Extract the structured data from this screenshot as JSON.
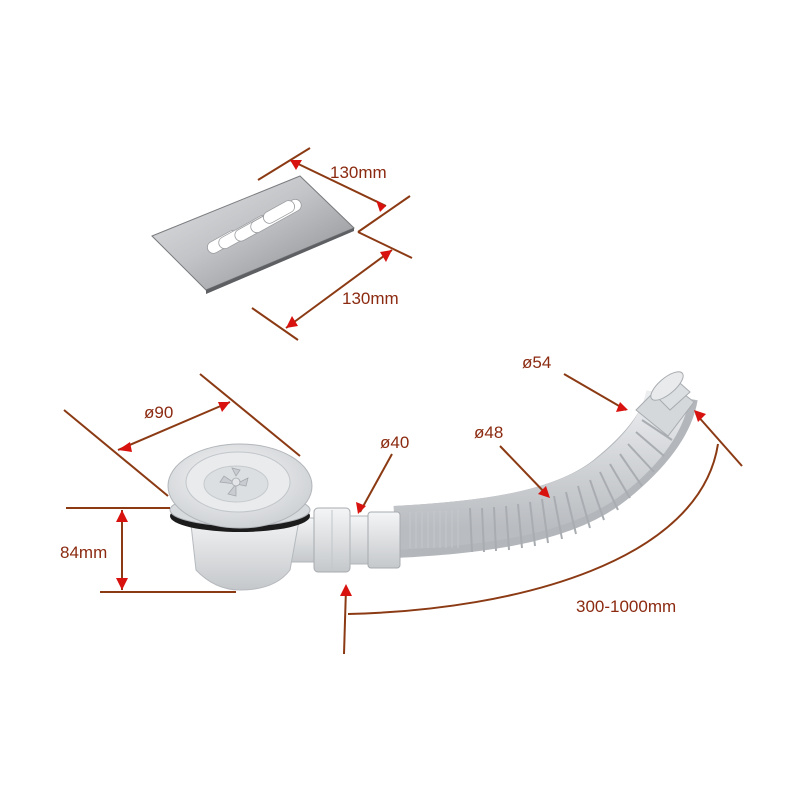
{
  "diagram": {
    "subject": "Shower tray drain kit with stainless grate and flexible hose",
    "colors": {
      "dimension_line": "#8b3a14",
      "arrow_head": "#d8120e",
      "label_text": "#8b2a10",
      "plastic_white": "#e6e8ea",
      "plastic_shadow": "#b8bcc0",
      "steel_light": "#d4d6d8",
      "steel_dark": "#8e9093",
      "gasket": "#1a1a1a",
      "background": "#ffffff"
    },
    "components": [
      {
        "id": "grate",
        "label": "Stainless steel square grate",
        "slots": 5
      },
      {
        "id": "drain-body",
        "label": "Drain trap body"
      },
      {
        "id": "coupling",
        "label": "Compression coupling"
      },
      {
        "id": "flex-hose",
        "label": "Flexible corrugated hose"
      }
    ],
    "dimensions": {
      "grate_width": "130mm",
      "grate_depth": "130mm",
      "drain_diameter": "ø90",
      "drain_height": "84mm",
      "outlet_diameter": "ø40",
      "hose_diameter": "ø48",
      "hose_end_diameter": "ø54",
      "hose_length": "300-1000mm"
    }
  }
}
